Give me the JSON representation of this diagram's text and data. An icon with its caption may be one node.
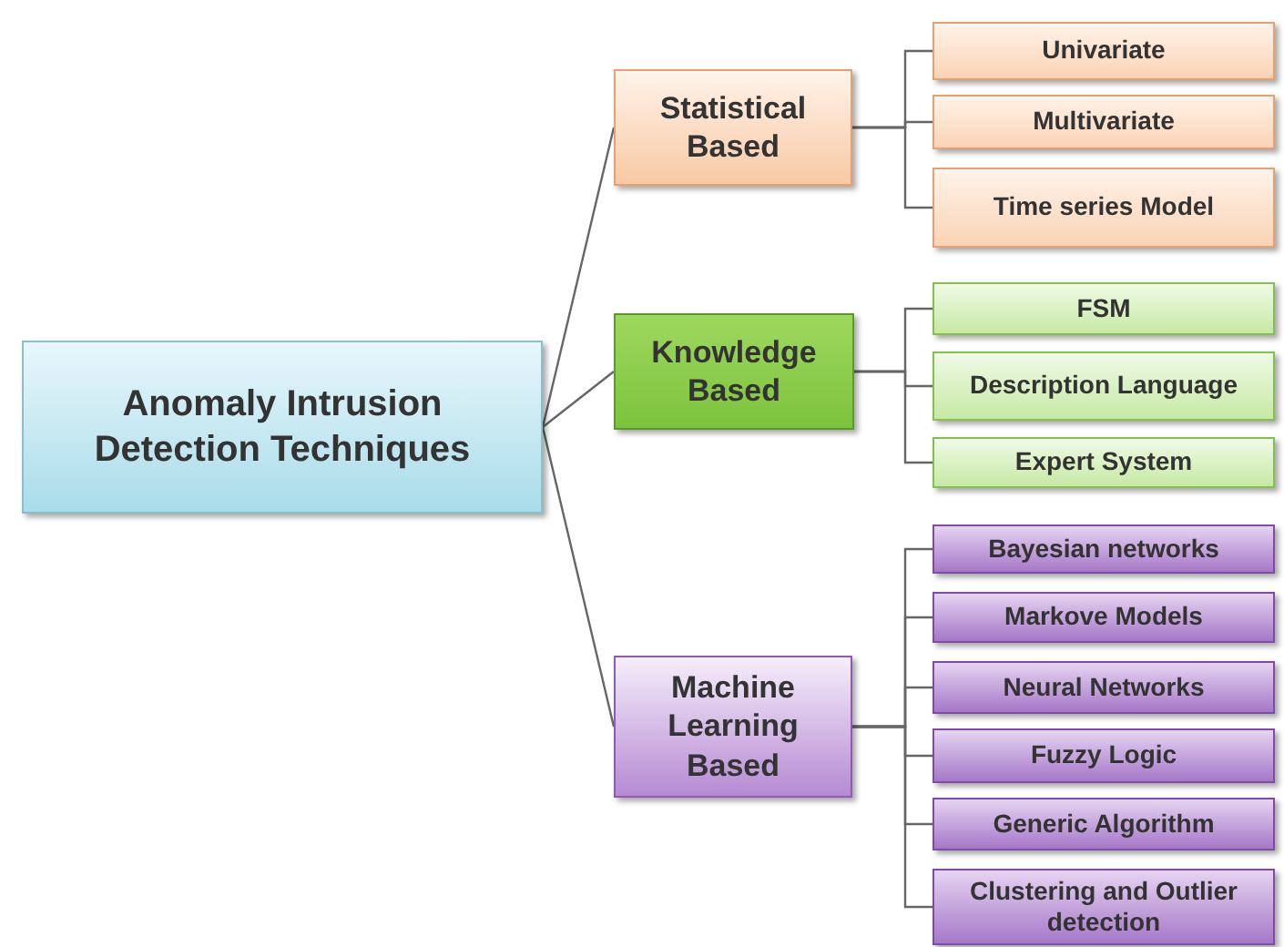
{
  "diagram": {
    "nodes": [
      {
        "text": [
          "Anomaly Intrusion Detection Techniques"
        ]
      },
      {
        "text": [
          "Statistical Based"
        ]
      },
      {
        "text": [
          "Knowledge Based"
        ]
      },
      {
        "text": [
          "Machine Learning Based"
        ]
      },
      {
        "text": [
          "Univariate"
        ]
      },
      {
        "text": [
          "Multivariate"
        ]
      },
      {
        "text": [
          "Time series Model"
        ]
      },
      {
        "text": [
          "FSM"
        ]
      },
      {
        "text": [
          "Description Language"
        ]
      },
      {
        "text": [
          "Expert System"
        ]
      },
      {
        "text": [
          "Bayesian networks"
        ]
      },
      {
        "text": [
          "Markove Models"
        ]
      },
      {
        "text": [
          "Neural Networks"
        ]
      },
      {
        "text": [
          "Fuzzy Logic"
        ]
      },
      {
        "text": [
          "Generic Algorithm"
        ]
      },
      {
        "text": [
          "Clustering and Outlier detection"
        ]
      }
    ],
    "edges": [
      {
        "from": 0,
        "to": 1,
        "arrow": "none"
      },
      {
        "from": 0,
        "to": 2,
        "arrow": "none"
      },
      {
        "from": 0,
        "to": 3,
        "arrow": "none"
      },
      {
        "from": 1,
        "to": 4,
        "arrow": "none"
      },
      {
        "from": 1,
        "to": 5,
        "arrow": "none"
      },
      {
        "from": 1,
        "to": 6,
        "arrow": "none"
      },
      {
        "from": 2,
        "to": 7,
        "arrow": "none"
      },
      {
        "from": 2,
        "to": 8,
        "arrow": "none"
      },
      {
        "from": 2,
        "to": 9,
        "arrow": "none"
      },
      {
        "from": 3,
        "to": 10,
        "arrow": "none"
      },
      {
        "from": 3,
        "to": 11,
        "arrow": "none"
      },
      {
        "from": 3,
        "to": 12,
        "arrow": "none"
      },
      {
        "from": 3,
        "to": 13,
        "arrow": "none"
      },
      {
        "from": 3,
        "to": 14,
        "arrow": "none"
      },
      {
        "from": 3,
        "to": 15,
        "arrow": "none"
      }
    ]
  }
}
